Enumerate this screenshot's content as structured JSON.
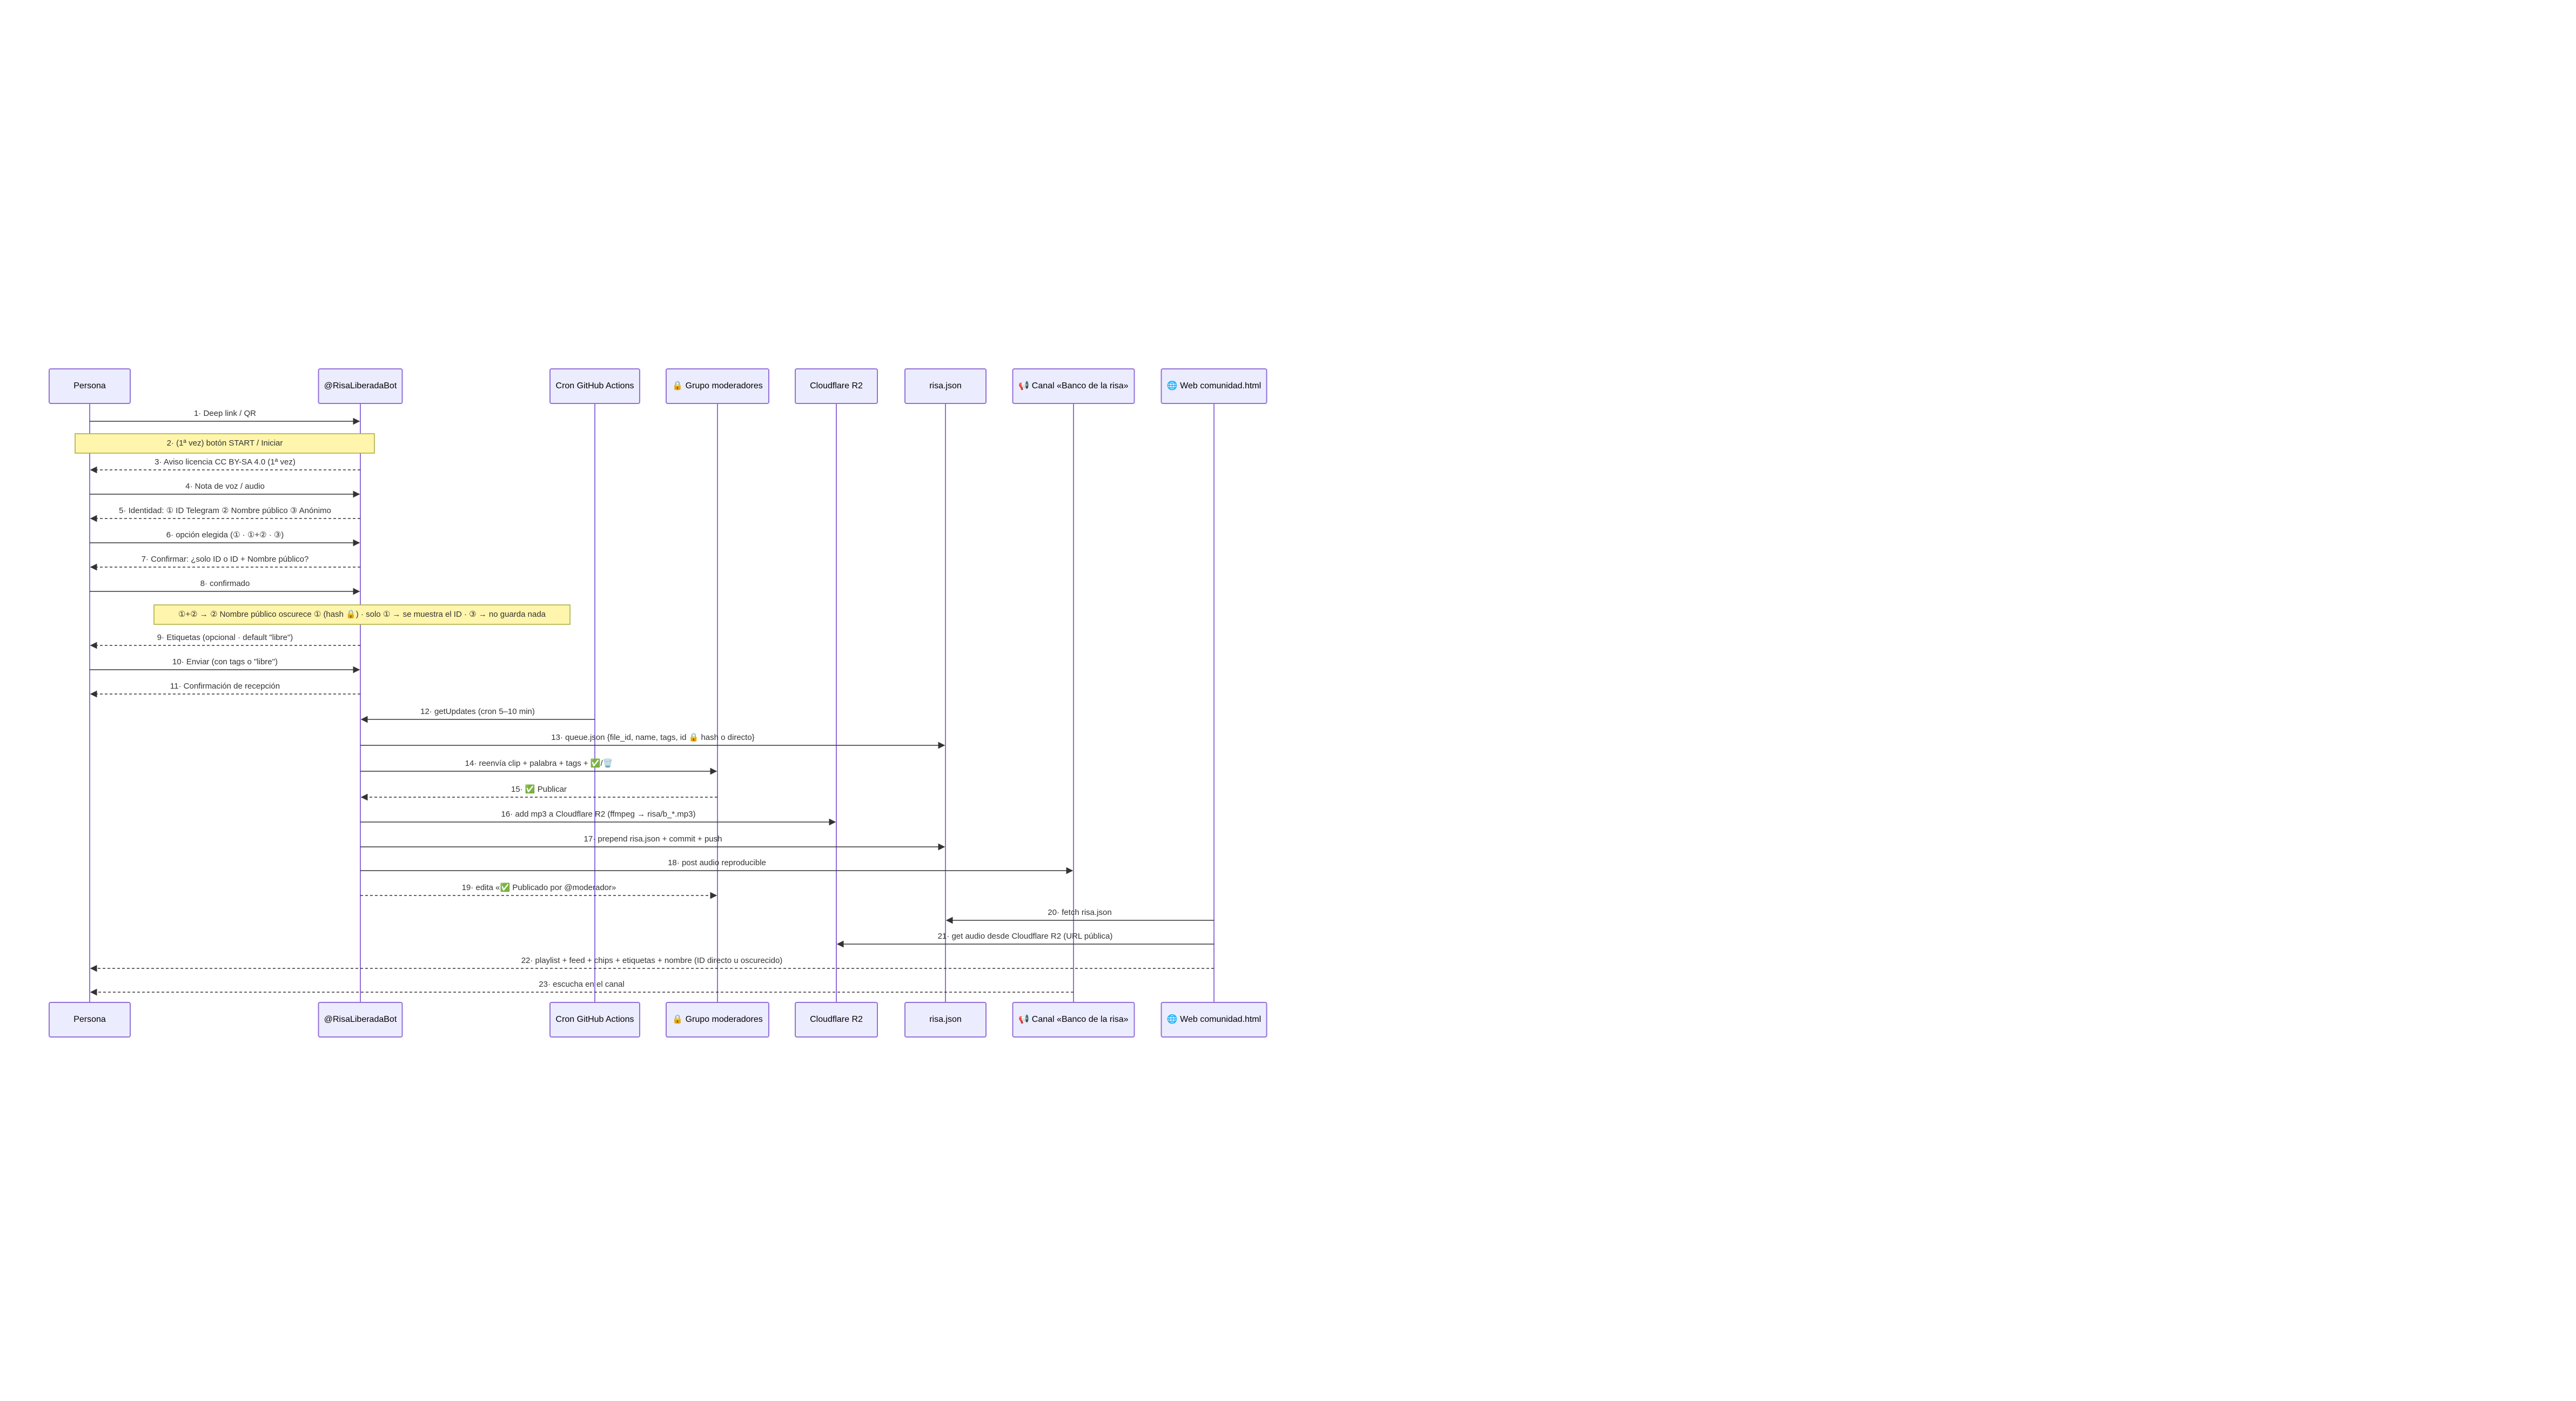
{
  "actors": [
    {
      "id": "persona",
      "label": "Persona"
    },
    {
      "id": "bot",
      "label": "@RisaLiberadaBot"
    },
    {
      "id": "cron",
      "label": "Cron GitHub Actions"
    },
    {
      "id": "mods",
      "label": "🔒 Grupo moderadores"
    },
    {
      "id": "r2",
      "label": "Cloudflare R2"
    },
    {
      "id": "json",
      "label": "risa.json"
    },
    {
      "id": "canal",
      "label": "📢 Canal «Banco de la risa»"
    },
    {
      "id": "web",
      "label": "🌐 Web comunidad.html"
    }
  ],
  "steps": [
    {
      "kind": "msg",
      "from": "persona",
      "to": "bot",
      "style": "solid",
      "text": "1· Deep link / QR"
    },
    {
      "kind": "note",
      "over": [
        "persona",
        "bot"
      ],
      "text": "2· (1ª vez) botón START / Iniciar"
    },
    {
      "kind": "msg",
      "from": "bot",
      "to": "persona",
      "style": "dashed",
      "text": "3· Aviso licencia CC BY-SA 4.0 (1ª vez)"
    },
    {
      "kind": "msg",
      "from": "persona",
      "to": "bot",
      "style": "solid",
      "text": "4· Nota de voz / audio"
    },
    {
      "kind": "msg",
      "from": "bot",
      "to": "persona",
      "style": "dashed",
      "text": "5· Identidad: ① ID Telegram ② Nombre público ③ Anónimo"
    },
    {
      "kind": "msg",
      "from": "persona",
      "to": "bot",
      "style": "solid",
      "text": "6· opción elegida (① · ①+② · ③)"
    },
    {
      "kind": "msg",
      "from": "bot",
      "to": "persona",
      "style": "dashed",
      "text": "7· Confirmar: ¿solo ID o ID + Nombre público?"
    },
    {
      "kind": "msg",
      "from": "persona",
      "to": "bot",
      "style": "solid",
      "text": "8· confirmado"
    },
    {
      "kind": "note",
      "over": [
        "persona",
        "bot"
      ],
      "text": "①+② → ② Nombre público oscurece ① (hash 🔒) · solo ① → se muestra el ID · ③ → no guarda nada"
    },
    {
      "kind": "msg",
      "from": "bot",
      "to": "persona",
      "style": "dashed",
      "text": "9· Etiquetas (opcional · default \"libre\")"
    },
    {
      "kind": "msg",
      "from": "persona",
      "to": "bot",
      "style": "solid",
      "text": "10· Enviar (con tags o \"libre\")"
    },
    {
      "kind": "msg",
      "from": "bot",
      "to": "persona",
      "style": "dashed",
      "text": "11· Confirmación de recepción"
    },
    {
      "kind": "msg",
      "from": "cron",
      "to": "bot",
      "style": "solid",
      "text": "12· getUpdates (cron 5–10 min)"
    },
    {
      "kind": "msg",
      "from": "bot",
      "to": "json",
      "style": "solid",
      "text": "13· queue.json {file_id, name, tags, id 🔒 hash o directo}"
    },
    {
      "kind": "msg",
      "from": "bot",
      "to": "mods",
      "style": "solid",
      "text": "14· reenvía clip + palabra + tags + ✅/🗑️"
    },
    {
      "kind": "msg",
      "from": "mods",
      "to": "bot",
      "style": "dashed",
      "text": "15· ✅ Publicar"
    },
    {
      "kind": "msg",
      "from": "bot",
      "to": "r2",
      "style": "solid",
      "text": "16· add mp3 a Cloudflare R2 (ffmpeg → risa/b_*.mp3)"
    },
    {
      "kind": "msg",
      "from": "bot",
      "to": "json",
      "style": "solid",
      "text": "17· prepend risa.json + commit + push"
    },
    {
      "kind": "msg",
      "from": "bot",
      "to": "canal",
      "style": "solid",
      "text": "18· post audio reproducible"
    },
    {
      "kind": "msg",
      "from": "bot",
      "to": "mods",
      "style": "dashed",
      "text": "19· edita «✅ Publicado por @moderador»"
    },
    {
      "kind": "msg",
      "from": "web",
      "to": "json",
      "style": "solid",
      "text": "20· fetch risa.json"
    },
    {
      "kind": "msg",
      "from": "web",
      "to": "r2",
      "style": "solid",
      "text": "21· get audio desde Cloudflare R2 (URL pública)"
    },
    {
      "kind": "msg",
      "from": "web",
      "to": "persona",
      "style": "dashed",
      "text": "22· playlist + feed + chips + etiquetas + nombre (ID directo u oscurecido)"
    },
    {
      "kind": "msg",
      "from": "canal",
      "to": "persona",
      "style": "dashed",
      "text": "23· escucha en el canal"
    }
  ],
  "colors": {
    "actor_fill": "#ececff",
    "actor_stroke": "#9370db",
    "note_fill": "#fff5ad",
    "note_stroke": "#aaaa33",
    "line": "#333333"
  }
}
